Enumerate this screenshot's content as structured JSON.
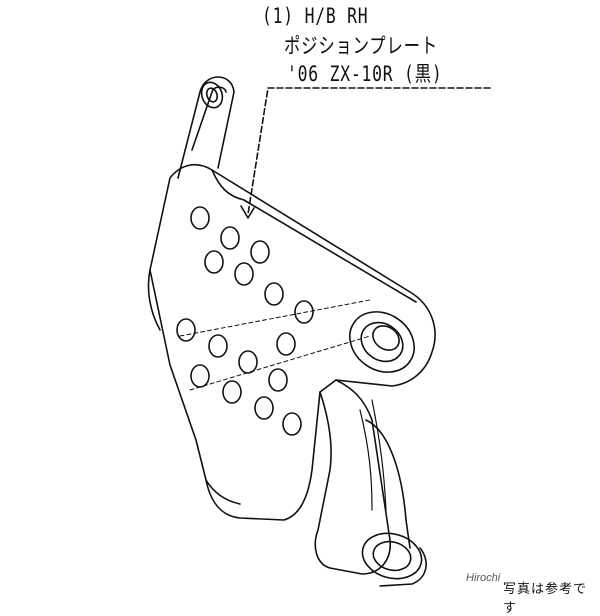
{
  "callout": {
    "line1": "(1)  H/B RH",
    "line2": "ポジションプレート",
    "line3": "'06 ZX-10R (黒)"
  },
  "watermark": "Hirochi",
  "disclaimer": "写真は参考です",
  "colors": {
    "ink": "#111111",
    "background": "#ffffff"
  }
}
